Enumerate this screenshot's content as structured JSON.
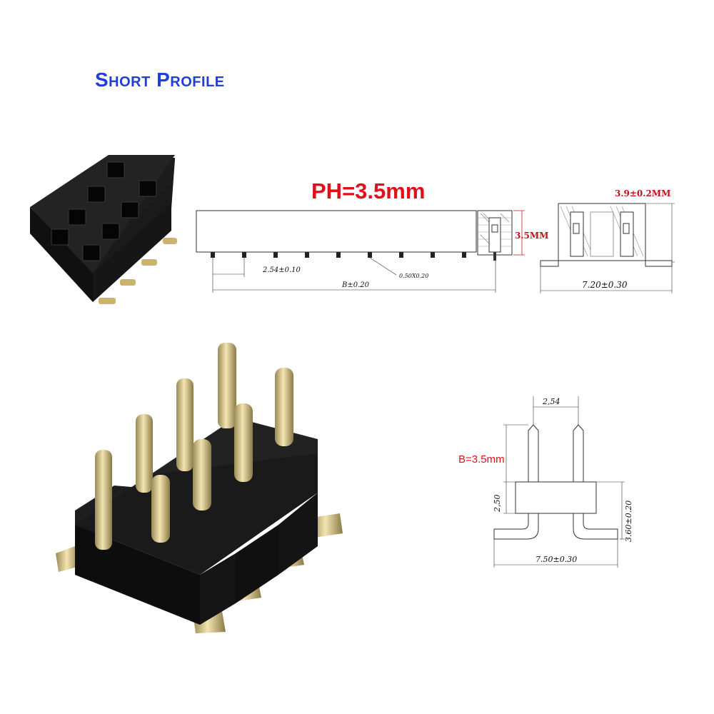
{
  "title": "Short Profile",
  "ph_label": "PH=3.5mm",
  "side_view": {
    "pitch": "2.54±0.10",
    "pin": "0.50X0.20",
    "length": "B±0.20",
    "height": "3.5MM"
  },
  "end_view": {
    "height": "3.9±0.2MM",
    "width": "7.20±0.30"
  },
  "male_view": {
    "pitch": "2,54",
    "b_label": "B=3.5mm",
    "body": "2,50",
    "height": "3.60±0.20",
    "width": "7.50±0.30"
  },
  "colors": {
    "title": "#1f3fd6",
    "accent_red": "#e0101a",
    "plastic": "#141414",
    "gold": "#d8c27a"
  }
}
